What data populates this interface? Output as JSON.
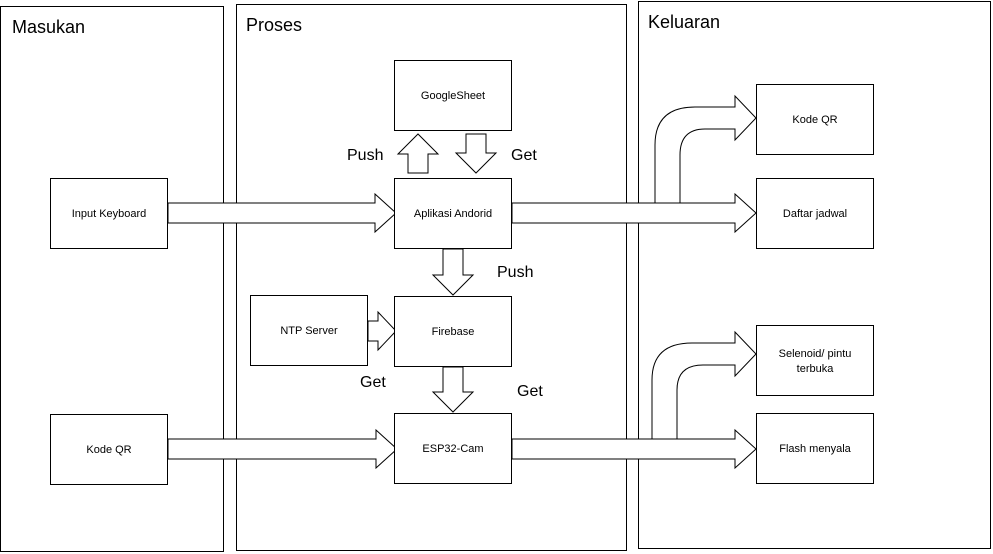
{
  "panels": {
    "input": "Masukan",
    "process": "Proses",
    "output": "Keluaran"
  },
  "nodes": {
    "input_keyboard": "Input Keyboard",
    "kode_qr_in": "Kode QR",
    "googlesheet": "GoogleSheet",
    "aplikasi": "Aplikasi Andorid",
    "ntp": "NTP Server",
    "firebase": "Firebase",
    "esp32": "ESP32-Cam",
    "kode_qr_out": "Kode QR",
    "daftar": "Daftar jadwal",
    "selenoid_line1": "Selenoid/ pintu",
    "selenoid_line2": "terbuka",
    "flash": "Flash menyala"
  },
  "edge_labels": {
    "push_sheet": "Push",
    "get_sheet": "Get",
    "push_firebase": "Push",
    "get_ntp": "Get",
    "get_esp": "Get"
  }
}
